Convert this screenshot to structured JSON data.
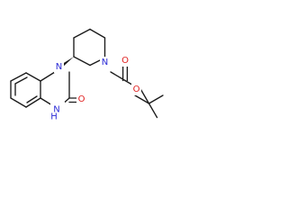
{
  "atoms": [
    {
      "id": "N1",
      "label": "N",
      "color": "#2b2bd6"
    },
    {
      "id": "O1",
      "label": "O",
      "color": "#e02020"
    },
    {
      "id": "O2",
      "label": "O",
      "color": "#e02020"
    },
    {
      "id": "N3",
      "label": "N",
      "color": "#2b2bd6"
    },
    {
      "id": "O3",
      "label": "O",
      "color": "#e02020"
    },
    {
      "id": "NH",
      "label": "N",
      "color": "#2b2bd6"
    },
    {
      "id": "H1",
      "label": "H",
      "color": "#2b2bd6"
    }
  ],
  "stereo": "wedge"
}
